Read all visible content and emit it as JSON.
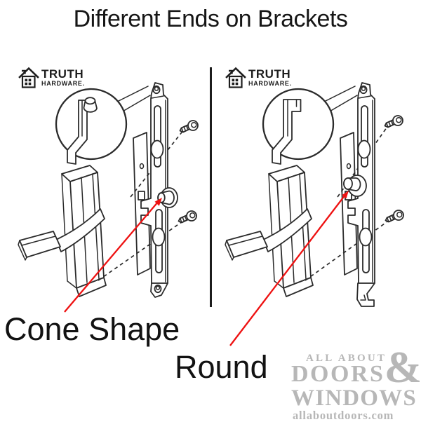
{
  "title": "Different Ends on Brackets",
  "brand": {
    "name": "TRUTH",
    "sub": "HARDWARE."
  },
  "labels": {
    "cone": "Cone Shape",
    "round": "Round"
  },
  "watermark": {
    "line1": "ALL ABOUT",
    "amp": "&",
    "line2": "DOORS",
    "line3": "WINDOWS",
    "site": "allaboutdoors.com"
  },
  "colors": {
    "arrow_red": "#ee1111",
    "line_ink": "#2b2b2b",
    "watermark_gray": "#b7b7b7"
  }
}
